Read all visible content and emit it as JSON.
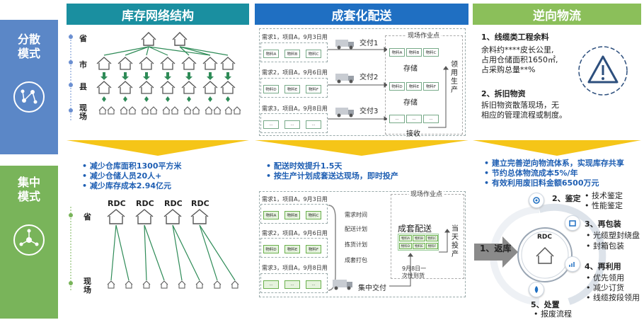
{
  "headers": {
    "network": "库存网络结构",
    "delivery": "成套化配送",
    "reverse": "逆向物流"
  },
  "modes": {
    "scattered": "分散模式",
    "centralized": "集中模式"
  },
  "levels": {
    "province": "省",
    "city": "市",
    "county": "县",
    "site": "现场"
  },
  "centralized_levels": {
    "province": "省",
    "site": "现场",
    "rdc": [
      "RDC",
      "RDC",
      "RDC",
      "RDC"
    ]
  },
  "network_benefits": [
    "减少仓库面积1300平方米",
    "减少仓储人员20人+",
    "减少库存成本2.94亿元"
  ],
  "delivery_benefits": [
    "配送时效提升1.5天",
    "按生产计划成套送达现场，即时投产"
  ],
  "reverse_benefits": [
    "建立完善逆向物流体系，实现库存共享",
    "节约总体物流成本5%/年",
    "有效利用废旧料金额6500万元"
  ],
  "scattered_delivery": {
    "site_area": "现场作业点",
    "requests": [
      {
        "label": "需求1，项目A，9月3日用",
        "materials": [
          "物料A",
          "物料B",
          "物料C"
        ],
        "delivery": "交付1",
        "site_materials": [
          "物料A",
          "物料B",
          "物料C"
        ]
      },
      {
        "label": "需求2，项目A，9月6日用",
        "materials": [
          "物料D",
          "物料E",
          "物料F"
        ],
        "delivery": "交付2",
        "site_materials": [
          "物料D",
          "物料E",
          "物料F"
        ]
      },
      {
        "label": "需求3，项目A，9月8日用",
        "materials": [
          "...",
          "...",
          "..."
        ],
        "delivery": "交付3",
        "site_materials": [
          "...",
          "...",
          "..."
        ]
      }
    ],
    "storage": [
      "存储",
      "存储"
    ],
    "receive": "接收",
    "production_use": "领用生产"
  },
  "centralized_delivery": {
    "site_area": "现场作业点",
    "requests": [
      {
        "label": "需求1，项目A，9月3日用",
        "materials": [
          "物料A",
          "物料B",
          "物料C"
        ]
      },
      {
        "label": "需求2，项目A，9月6日用",
        "materials": [
          "物料D",
          "物料E",
          "物料F"
        ]
      },
      {
        "label": "需求3，项目A，9月8日用",
        "materials": [
          "...",
          "...",
          "..."
        ]
      }
    ],
    "steps": [
      "需求时间",
      "配送计划",
      "拣货计划",
      "成套打包"
    ],
    "kit_delivery": "成套配送",
    "kit_materials": [
      "物料A",
      "物料B",
      "物料C",
      "物料D",
      "物料E",
      "物料F"
    ],
    "kit_date": "9月8日一次性到货",
    "same_day": "当天投产",
    "concentrated_delivery": "集中交付"
  },
  "reverse_top": {
    "item1_title": "1、线缆类工程余料",
    "item1_text": [
      "余料约****皮长公里,",
      "占用仓储面积1650㎡,",
      "占采购总量**%"
    ],
    "item2_title": "2、拆旧物资",
    "item2_text": [
      "拆旧物资散落现场，无",
      "相应的管理流程或制度。"
    ]
  },
  "reverse_cycle": {
    "center": "RDC",
    "return": "1、返库",
    "appraisal": {
      "title": "2、鉴定",
      "items": [
        "技术鉴定",
        "性能鉴定"
      ]
    },
    "repack": {
      "title": "3、再包装",
      "items": [
        "光缆塑封绕盘",
        "封箱包装"
      ]
    },
    "reuse": {
      "title": "4、再利用",
      "items": [
        "优先领用",
        "减少订货",
        "线缆按段领用"
      ]
    },
    "disposal": {
      "title": "5、处置",
      "items": [
        "报废流程"
      ]
    }
  },
  "colors": {
    "blue_header": "#1f6fc2",
    "green_header": "#8bbf5a",
    "teal_header": "#1a8fa0",
    "scattered_side": "#5b87c7",
    "centralized_side": "#79b45a",
    "arrow_green": "#2e8b57",
    "accent_yellow": "#f5c518"
  }
}
